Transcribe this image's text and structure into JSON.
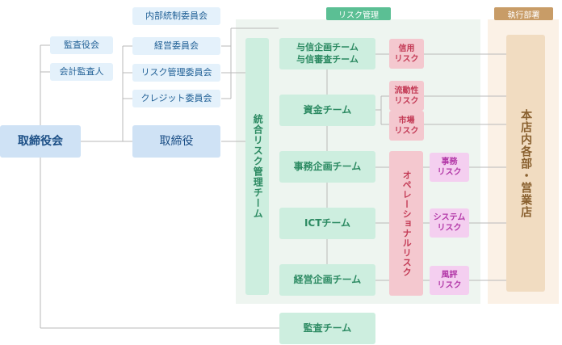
{
  "headers": {
    "risk_management": "リスク管理",
    "executive_departments": "執行部署"
  },
  "board": "取締役会",
  "audit_bodies": [
    "監査役会",
    "会計監査人"
  ],
  "committees": [
    "内部統制委員会",
    "経営委員会",
    "リスク管理委員会",
    "クレジット委員会"
  ],
  "directors": "取締役",
  "integrated_team": "統合リスク管理チーム",
  "teams": [
    "与信企画チーム\n与信審査チーム",
    "資金チーム",
    "事務企画チーム",
    "ICTチーム",
    "経営企画チーム"
  ],
  "audit_team": "監査チーム",
  "risks": [
    "信用\nリスク",
    "流動性\nリスク",
    "市場\nリスク"
  ],
  "operational_risk": "オペレーショナルリスク",
  "sub_risks": [
    "事務\nリスク",
    "システム\nリスク",
    "風評\nリスク"
  ],
  "executive": "本店内各部・営業店",
  "colors": {
    "risk_region": "#eef5f0",
    "risk_header": "#5bbf94",
    "exec_region": "#fbf1e6",
    "exec_header": "#c89c67",
    "line": "#b9b9b9"
  }
}
